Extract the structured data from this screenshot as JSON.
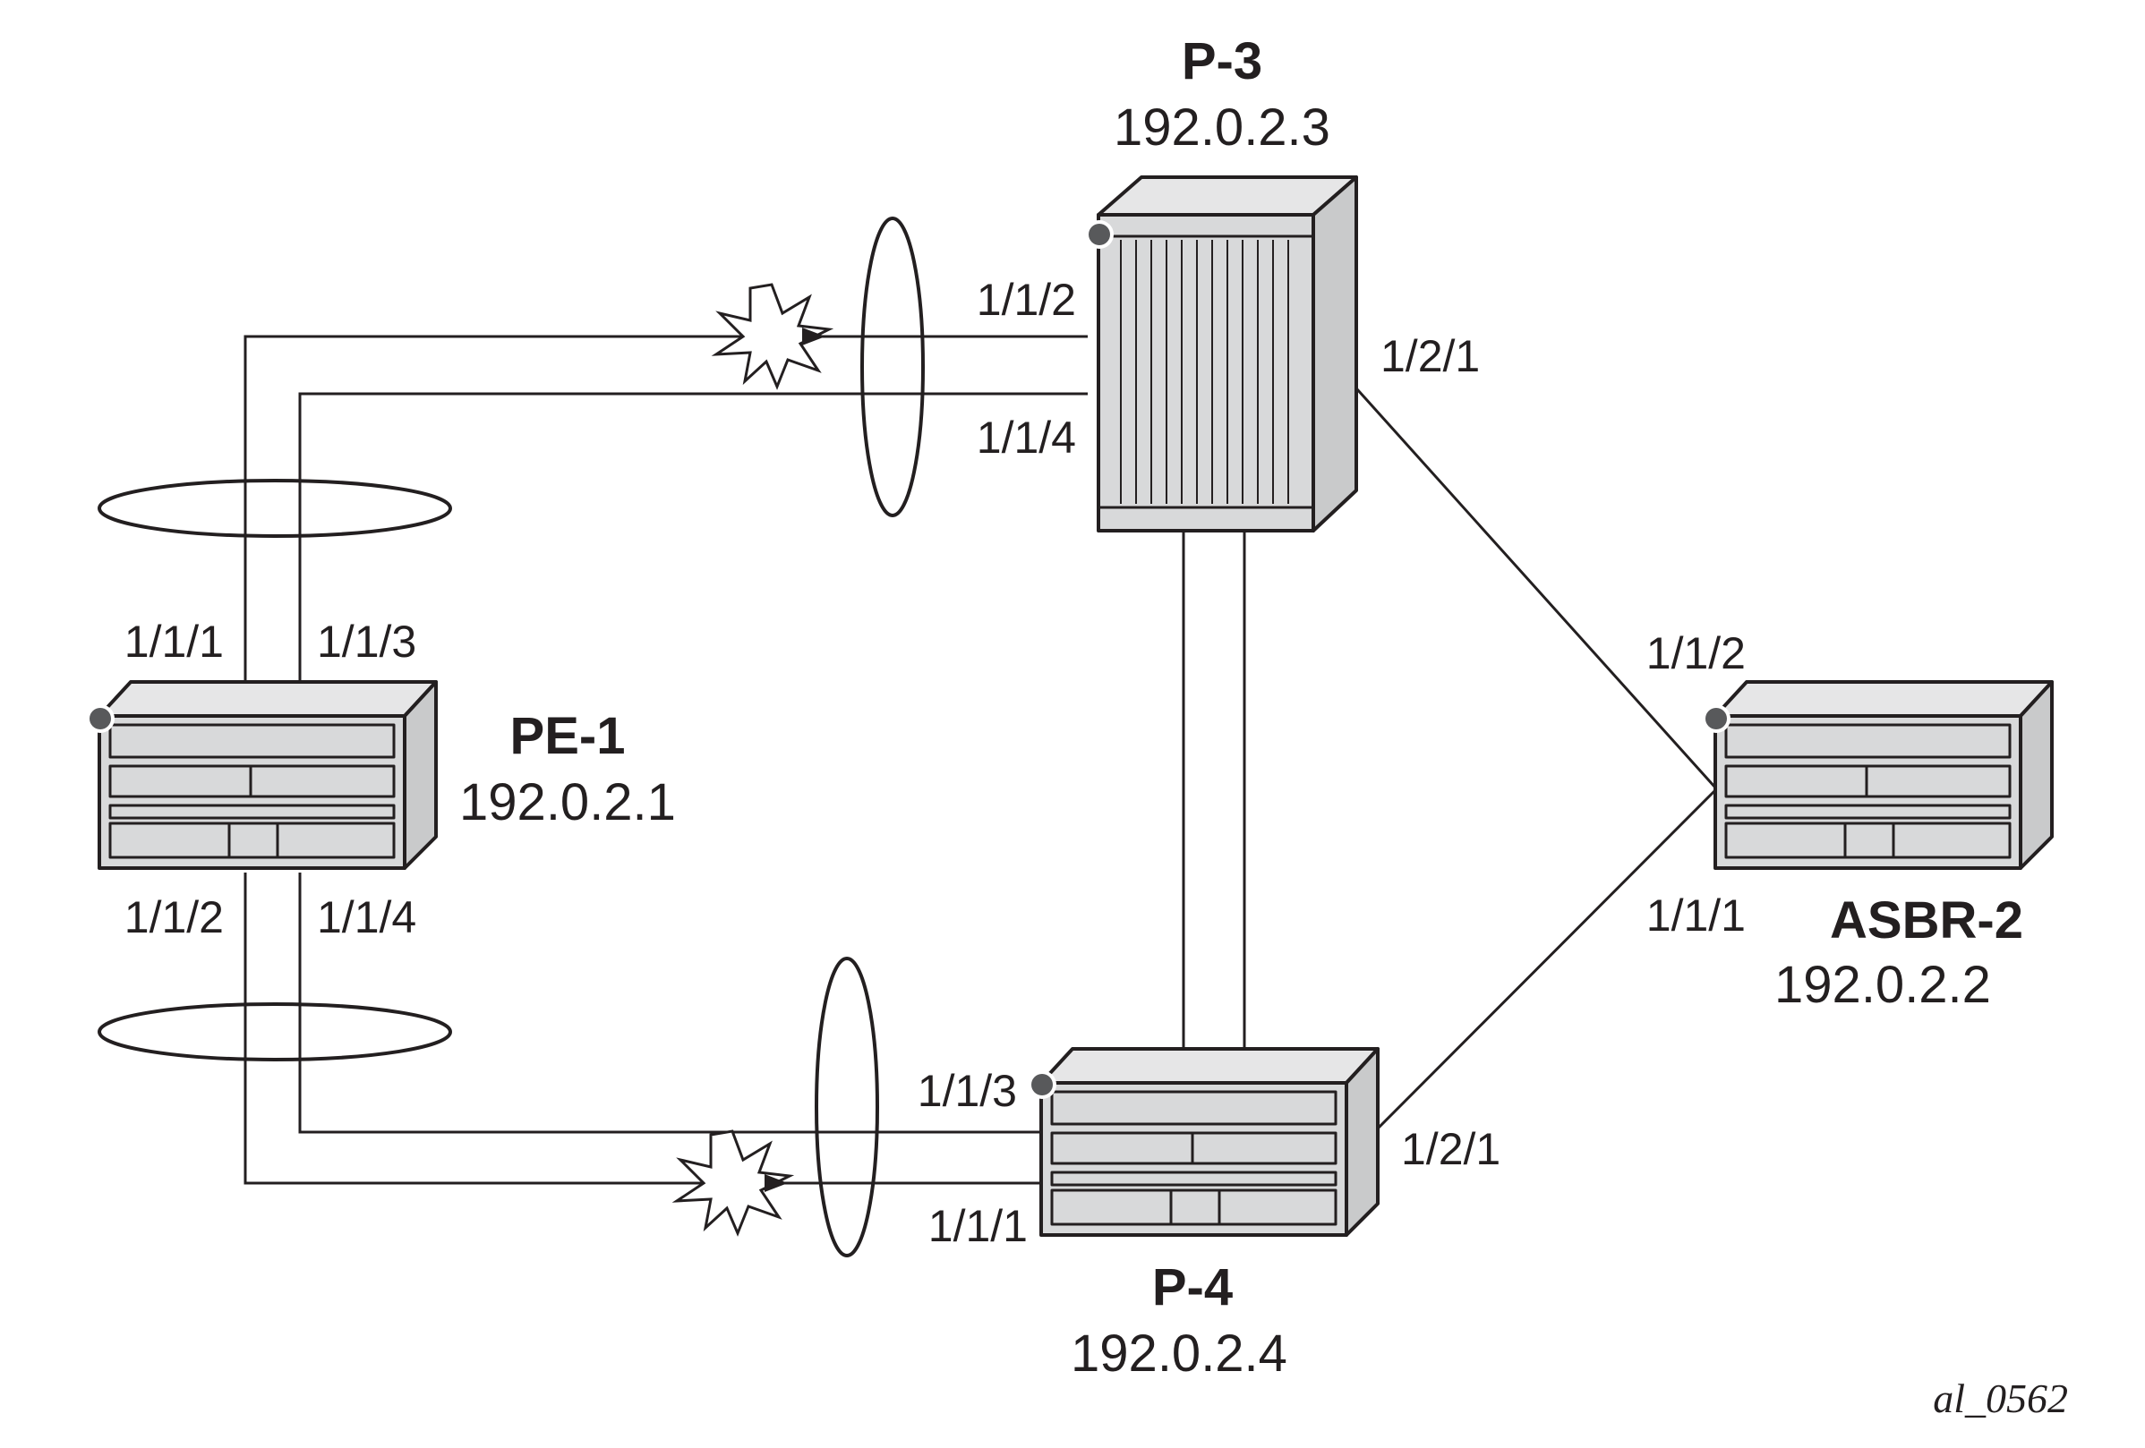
{
  "nodes": {
    "p3": {
      "name": "P-3",
      "ip": "192.0.2.3"
    },
    "pe1": {
      "name": "PE-1",
      "ip": "192.0.2.1"
    },
    "asbr2": {
      "name": "ASBR-2",
      "ip": "192.0.2.2"
    },
    "p4": {
      "name": "P-4",
      "ip": "192.0.2.4"
    }
  },
  "ports": {
    "p3_a": "1/1/2",
    "p3_b": "1/1/4",
    "p3_c": "1/2/1",
    "pe1_a": "1/1/1",
    "pe1_b": "1/1/3",
    "pe1_c": "1/1/2",
    "pe1_d": "1/1/4",
    "asbr2_a": "1/1/2",
    "asbr2_b": "1/1/1",
    "p4_a": "1/1/3",
    "p4_b": "1/1/1",
    "p4_c": "1/2/1"
  },
  "figure_id": "al_0562"
}
